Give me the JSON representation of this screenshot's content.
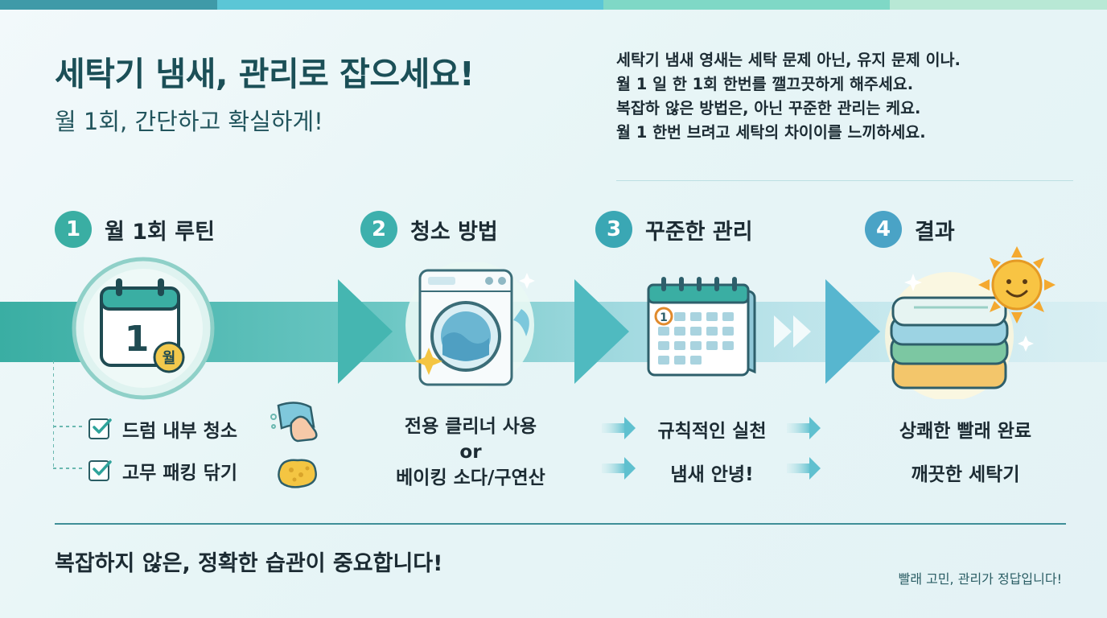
{
  "header": {
    "title": "세탁기 냄새, 관리로 잡으세요!",
    "subtitle": "월 1회, 간단하고 확실하게!"
  },
  "intro": [
    "세탁기 냄새 영새는 세탁 문제 아닌, 유지 문제 이나.",
    "월 1 일 한 1회 한번를 깰끄끗하게 해주세요.",
    "복잡하 않은 방법은, 아닌 꾸준한 관리는 케요.",
    "월 1 한번 브려고 세탁의 차이이를 느끼하세요."
  ],
  "steps": [
    {
      "num": "1",
      "label": "월 1회 루틴",
      "color": "#3aaea3",
      "icon": "calendar-icon"
    },
    {
      "num": "2",
      "label": "청소 방법",
      "color": "#3db0ad",
      "icon": "washing-machine-icon"
    },
    {
      "num": "3",
      "label": "꾸준한 관리",
      "color": "#3aa7b4",
      "icon": "calendar-icon"
    },
    {
      "num": "4",
      "label": "결과",
      "color": "#4aa3c6",
      "icon": "folded-laundry-icon"
    }
  ],
  "step1": {
    "calendar_day": "1",
    "calendar_badge": "월",
    "checks": [
      "드럼 내부 청소",
      "고무 패킹 닦기"
    ]
  },
  "step2": {
    "lines": [
      "전용 클리너 사용",
      "or",
      "베이킹 소다/구연산"
    ]
  },
  "step3": {
    "calendar_marker": "1",
    "lines": [
      "규칙적인 실천",
      "냄새 안녕!"
    ]
  },
  "step4": {
    "lines": [
      "상쾌한 빨래 완료",
      "깨끗한 세탁기"
    ]
  },
  "footer": {
    "main": "복잡하지 않은, 정확한 습관이 중요합니다!",
    "sub": "빨래 고민, 관리가 정답입니다!"
  },
  "colors": {
    "accent": "#3aaea3",
    "title": "#1b4f57",
    "top_bar": [
      "#3f9aa8",
      "#5bc6d6",
      "#7fd8c6",
      "#b8e8d5"
    ]
  }
}
